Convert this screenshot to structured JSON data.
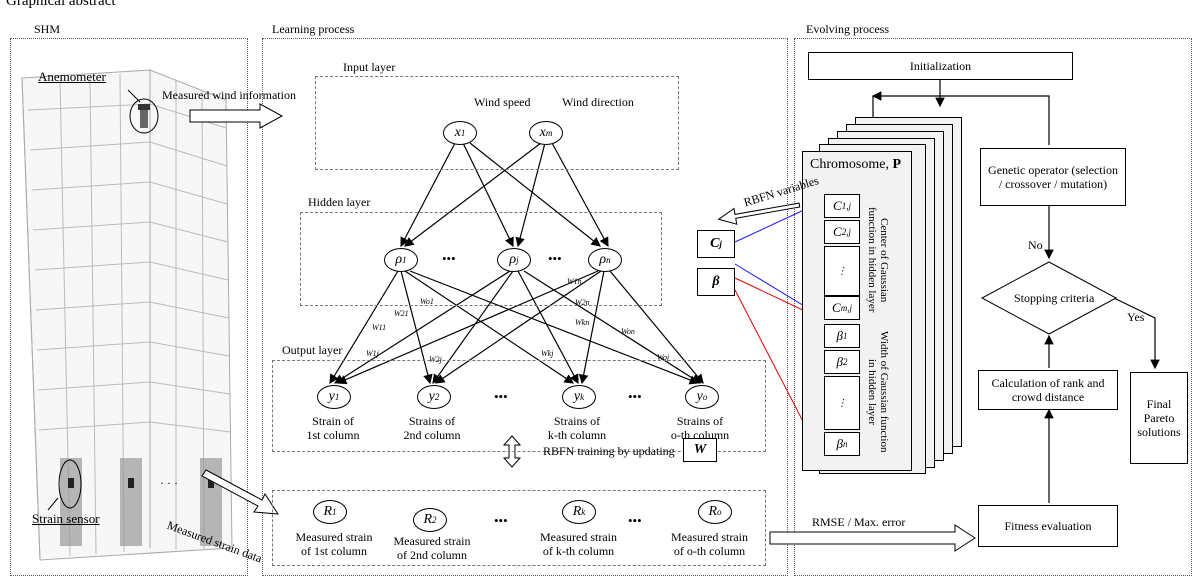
{
  "figure_title": "Graphical abstract",
  "panels": {
    "shm": "SHM",
    "learning": "Learning process",
    "evolving": "Evolving process"
  },
  "shm": {
    "anemometer": "Anemometer",
    "strain_sensor": "Strain sensor",
    "measured_wind": "Measured wind information",
    "measured_strain": "Measured strain data",
    "ellipsis": "· · ·"
  },
  "learning": {
    "input_layer": "Input layer",
    "hidden_layer": "Hidden layer",
    "output_layer": "Output layer",
    "inputs": [
      {
        "sym": "x",
        "sub": "1",
        "label": "Wind speed"
      },
      {
        "sym": "x",
        "sub": "m",
        "label": "Wind direction"
      }
    ],
    "hidden": [
      {
        "sym": "ρ",
        "sub": "1"
      },
      {
        "sym": "ρ",
        "sub": "j"
      },
      {
        "sym": "ρ",
        "sub": "n"
      }
    ],
    "outputs": [
      {
        "sym": "y",
        "sub": "1",
        "label1": "Strain of",
        "label2": "1st column"
      },
      {
        "sym": "y",
        "sub": "2",
        "label1": "Strains of",
        "label2": "2nd column"
      },
      {
        "sym": "y",
        "sub": "k",
        "label1": "Strains of",
        "label2": "k-th column"
      },
      {
        "sym": "y",
        "sub": "o",
        "label1": "Strains of",
        "label2": "o-th column"
      }
    ],
    "measured": [
      {
        "sym": "R",
        "sub": "1",
        "label1": "Measured strain",
        "label2": "of 1st column"
      },
      {
        "sym": "R",
        "sub": "2",
        "label1": "Measured strain",
        "label2": "of 2nd column"
      },
      {
        "sym": "R",
        "sub": "k",
        "label1": "Measured strain",
        "label2": "of k-th column"
      },
      {
        "sym": "R",
        "sub": "o",
        "label1": "Measured strain",
        "label2": "of o-th column"
      }
    ],
    "weights": [
      "W11",
      "W21",
      "W1j",
      "Wo1",
      "W2j",
      "W1n",
      "W2n",
      "Wkj",
      "Wkn",
      "Won",
      "Woj"
    ],
    "dots": "•••",
    "training": "RBFN training by updating",
    "W_symbol": "W",
    "cj": "C",
    "cj_sub": "j",
    "beta": "β"
  },
  "evolving": {
    "rbfn_variables": "RBFN variables",
    "chromosome": "Chromosome, ",
    "chromosome_p": "P",
    "center_cells": [
      {
        "sym": "C",
        "sub": "1,j"
      },
      {
        "sym": "C",
        "sub": "2,j"
      },
      {
        "sym": "C",
        "sub": "m,j"
      }
    ],
    "width_cells": [
      {
        "sym": "β",
        "sub": "1"
      },
      {
        "sym": "β",
        "sub": "2"
      },
      {
        "sym": "β",
        "sub": "n"
      }
    ],
    "center_label": "Center of Gaussian function in hidden layer",
    "width_label": "Width of Gaussian function in hidden layer",
    "initialization": "Initialization",
    "genetic_operator": "Genetic operator (selection / crossover / mutation)",
    "stopping": "Stopping criteria",
    "calc_rank": "Calculation of rank and crowd distance",
    "fitness": "Fitness evaluation",
    "final": "Final Pareto solutions",
    "no": "No",
    "yes": "Yes",
    "rmse": "RMSE / Max. error"
  },
  "colors": {
    "center_bracket": "#1a1aff",
    "width_bracket": "#e00000"
  }
}
